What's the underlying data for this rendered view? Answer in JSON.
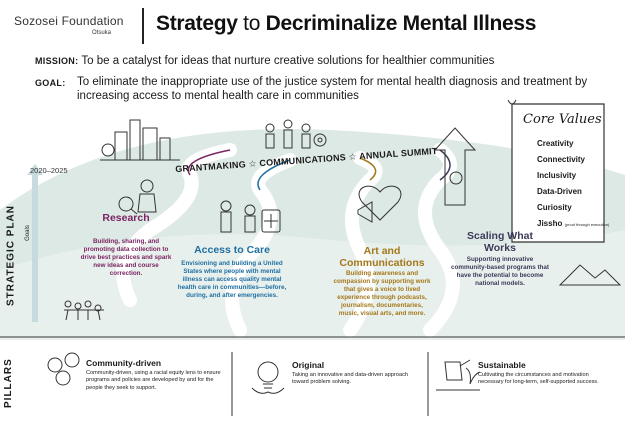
{
  "header": {
    "org_name": "Sozosei Foundation",
    "org_sub": "Otsuka",
    "title_strategy": "Strategy",
    "title_to": " to ",
    "title_rest": "Decriminalize Mental Illness"
  },
  "mission": {
    "label": "MISSION:",
    "text": "To be a catalyst for ideas that nurture creative solutions for healthier communities"
  },
  "goal": {
    "label": "GOAL:",
    "text": "To eliminate the inappropriate use of the justice system for mental health diagnosis and treatment by increasing access to mental health care in communities"
  },
  "side": {
    "strategic_plan": "STRATEGIC PLAN",
    "goals": "Goals",
    "years": "2020–2025",
    "pillars": "PILLARS"
  },
  "band": {
    "grantmaking": "GRANTMAKING",
    "communications": "COMMUNICATIONS",
    "annual_summit": "ANNUAL SUMMIT",
    "separator": "☆"
  },
  "core_values": {
    "title": "Core Values",
    "items": [
      "Creativity",
      "Connectivity",
      "Inclusivity",
      "Data-Driven",
      "Curiosity"
    ],
    "last_item": "Jissho",
    "last_item_note": "(proof through execution)"
  },
  "areas": {
    "research": {
      "title": "Research",
      "desc": "Building, sharing, and promoting data collection to drive best practices and spark new ideas and course correction."
    },
    "access": {
      "title": "Access to Care",
      "desc": "Envisioning and building a United States where people with mental illness can access quality mental health care in communities—before, during, and after emergencies."
    },
    "art": {
      "title": "Art and Communications",
      "desc": "Building awareness and compassion by supporting work that gives a voice to lived experience through podcasts, journalism, documentaries, music, visual arts, and more."
    },
    "scaling": {
      "title": "Scaling What Works",
      "desc": "Supporting innovative community-based programs that have the potential to become national models."
    }
  },
  "pillars": [
    {
      "title": "Community-driven",
      "desc": "Community-driven, using a racial equity lens to ensure programs and policies are developed by and for the people they seek to support."
    },
    {
      "title": "Original",
      "desc": "Taking an innovative and data-driven approach toward problem solving."
    },
    {
      "title": "Sustainable",
      "desc": "Cultivating the circumstances and motivation necessary for long-term, self-supported success."
    }
  ],
  "colors": {
    "research": "#7a2462",
    "access": "#1f6fa1",
    "art": "#a47719",
    "scaling": "#3b3b5a",
    "hill": "#d7e6e1",
    "path": "#ffffff"
  }
}
